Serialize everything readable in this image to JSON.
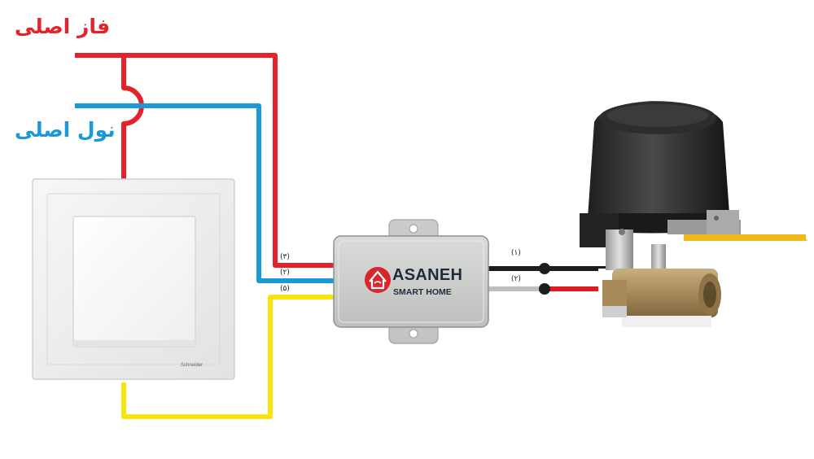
{
  "labels": {
    "phase": "فاز اصلی",
    "neutral": "نول اصلی"
  },
  "wire_numbers": {
    "in_red": "(۳)",
    "in_blue": "(۲)",
    "in_yellow": "(۵)",
    "out_black": "(۱)",
    "out_red": "(۲)"
  },
  "module": {
    "brand": "ASANEH",
    "subtitle": "SMART HOME"
  },
  "switch": {
    "brand": "Schneider"
  },
  "colors": {
    "phase_wire": "#e4222b",
    "neutral_wire": "#1b98d6",
    "switch_wire": "#f6e40c",
    "output_black": "#1c1c1c",
    "output_red": "#e01a22",
    "output_gray": "#bfbfbf",
    "module_body": "#cfd2d0",
    "logo_red": "#d9262e",
    "valve_handle": "#f3b81c"
  }
}
